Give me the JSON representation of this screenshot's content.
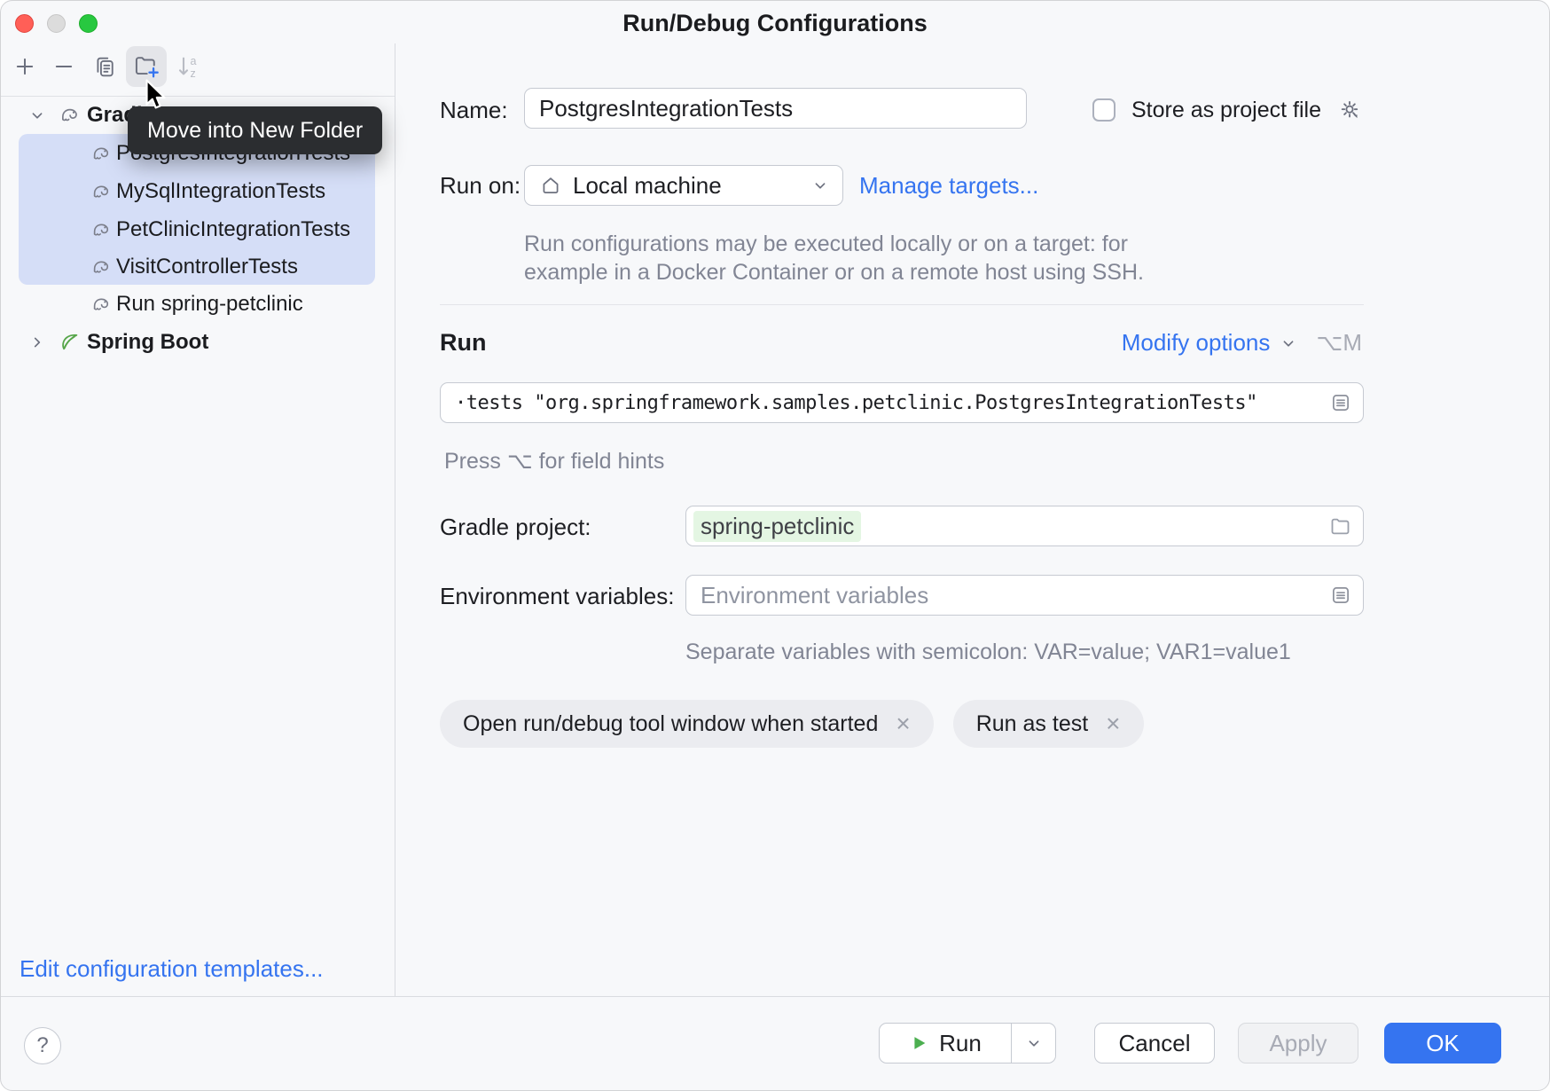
{
  "window": {
    "title": "Run/Debug Configurations"
  },
  "colors": {
    "accent": "#3574f0",
    "tree_selection": "#d5def7",
    "tooltip_bg": "#2b2d30",
    "tag_bg": "#ebecf0",
    "green_highlight": "#e4f6e3",
    "run_green": "#4caf50"
  },
  "sidebar": {
    "tooltip": "Move into New Folder",
    "tree": {
      "gradle_group": "Gradle",
      "items": [
        "PostgresIntegrationTests",
        "MySqlIntegrationTests",
        "PetClinicIntegrationTests",
        "VisitControllerTests",
        "Run spring-petclinic"
      ],
      "springboot_group": "Spring Boot"
    },
    "edit_templates": "Edit configuration templates..."
  },
  "form": {
    "name_label": "Name:",
    "name_value": "PostgresIntegrationTests",
    "store_label": "Store as project file",
    "run_on_label": "Run on:",
    "run_on_value": "Local machine",
    "manage_targets": "Manage targets...",
    "run_on_help_1": "Run configurations may be executed locally or on a target: for",
    "run_on_help_2": "example in a Docker Container or on a remote host using SSH.",
    "run_title": "Run",
    "modify_options": "Modify options",
    "modify_shortcut": "⌥M",
    "command": "·tests \"org.springframework.samples.petclinic.PostgresIntegrationTests\"",
    "field_hint": "Press ⌥ for field hints",
    "gradle_label": "Gradle project:",
    "gradle_value": "spring-petclinic",
    "env_label": "Environment variables:",
    "env_placeholder": "Environment variables",
    "env_hint": "Separate variables with semicolon: VAR=value; VAR1=value1",
    "tags": [
      "Open run/debug tool window when started",
      "Run as test"
    ]
  },
  "footer": {
    "help": "?",
    "run": "Run",
    "cancel": "Cancel",
    "apply": "Apply",
    "ok": "OK"
  },
  "icons": {
    "close": "×",
    "sort_a": "a",
    "sort_z": "z"
  }
}
